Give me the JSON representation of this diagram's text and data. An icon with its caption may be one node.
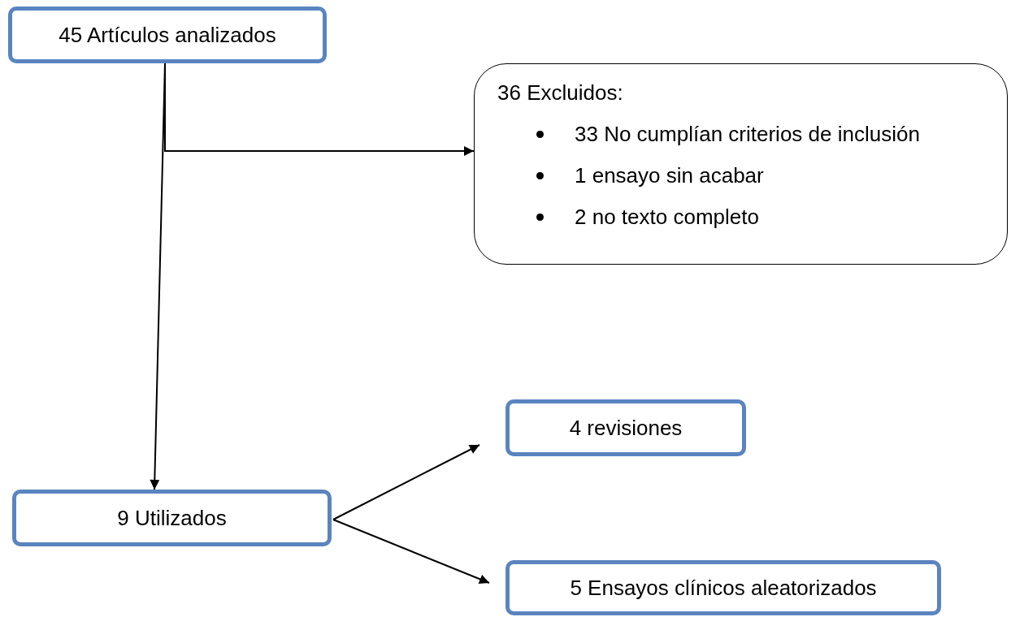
{
  "diagram": {
    "nodes": [
      {
        "text": [
          "45 Artículos analizados"
        ]
      },
      {
        "text": [
          "36 Excluidos:",
          "33 No cumplían criterios de inclusión",
          "1 ensayo sin acabar",
          "2 no texto completo"
        ]
      },
      {
        "text": [
          "9 Utilizados"
        ]
      },
      {
        "text": [
          "4 revisiones"
        ]
      },
      {
        "text": [
          "5 Ensayos clínicos aleatorizados"
        ]
      }
    ],
    "edges": [
      {
        "from": 0,
        "to": 2,
        "arrow": "to"
      },
      {
        "from": 0,
        "to": 1,
        "arrow": "to"
      },
      {
        "from": 2,
        "to": 3,
        "arrow": "to"
      },
      {
        "from": 2,
        "to": 4,
        "arrow": "to"
      }
    ]
  }
}
